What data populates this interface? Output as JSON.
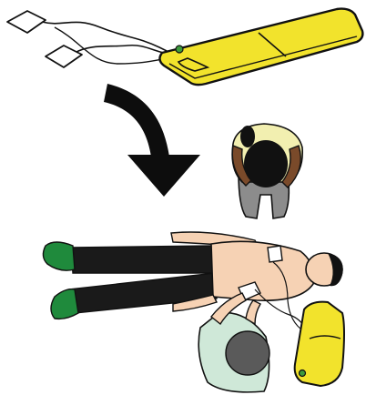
{
  "scene": {
    "step": "aed-pad-placement",
    "depicts": [
      "aed-device",
      "electrode-pads",
      "patient",
      "rescuer-kneeling",
      "rescuer-applying-pads"
    ]
  },
  "colors": {
    "aed_yellow": "#f2e32c",
    "aed_green_button": "#3c9a3c",
    "outline": "#111111",
    "skin_light": "#f6d2b4",
    "skin_dark": "#7a4a2a",
    "pants_black": "#1a1a1a",
    "socks_green": "#1f8a3c",
    "shirt_cream": "#f2efb0",
    "shirt_mint": "#cfe8d8",
    "pants_grey": "#8c8c8c",
    "hair_black": "#111111",
    "hair_grey": "#5a5a5a",
    "pad_white": "#ffffff",
    "arrow_black": "#0d0d0d"
  }
}
